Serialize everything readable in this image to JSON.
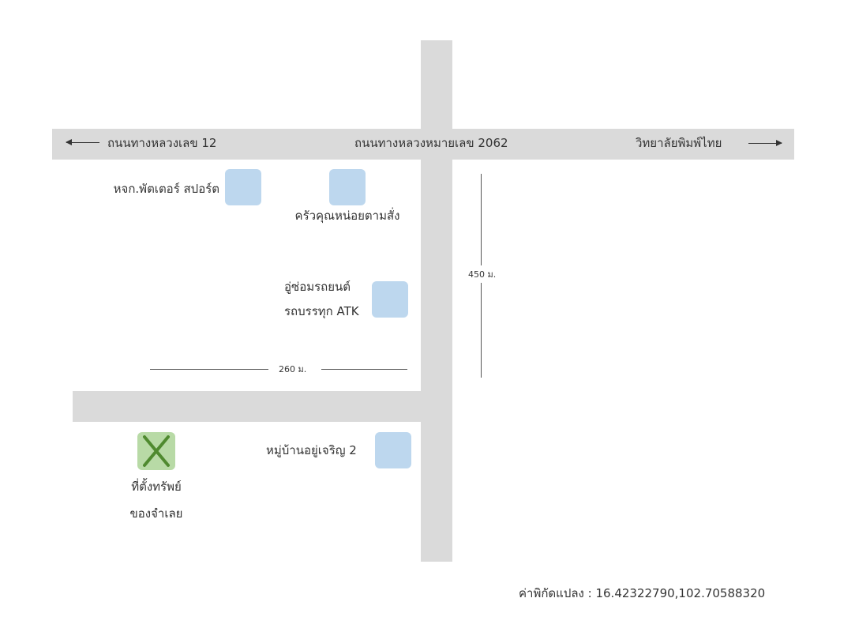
{
  "roads": {
    "left_label": "ถนนทางหลวงเลข 12",
    "center_label": "ถนนทางหลวงหมายเลข 2062",
    "right_label": "วิทยาลัยพิมพ์ไทย"
  },
  "landmarks": {
    "shop": "หจก.พัตเตอร์ สปอร์ต",
    "kitchen": "ครัวคุณหน่อยตามสั่ง",
    "garage_line1": "อู่ซ่อมรถยนต์",
    "garage_line2": "รถบรรทุก ATK",
    "village": "หมู่บ้านอยู่เจริญ 2"
  },
  "distances": {
    "vertical": "450 ม.",
    "horizontal": "260 ม."
  },
  "property": {
    "marker": "X",
    "line1": "ที่ตั้งทรัพย์",
    "line2": "ของจำเลย"
  },
  "coordinates": {
    "label": "ค่าพิกัดแปลง : 16.42322790,102.70588320"
  },
  "colors": {
    "road": "#dadada",
    "landmark": "#bdd7ee",
    "property": "#b8daa6",
    "property_x": "#4f8a2f"
  }
}
